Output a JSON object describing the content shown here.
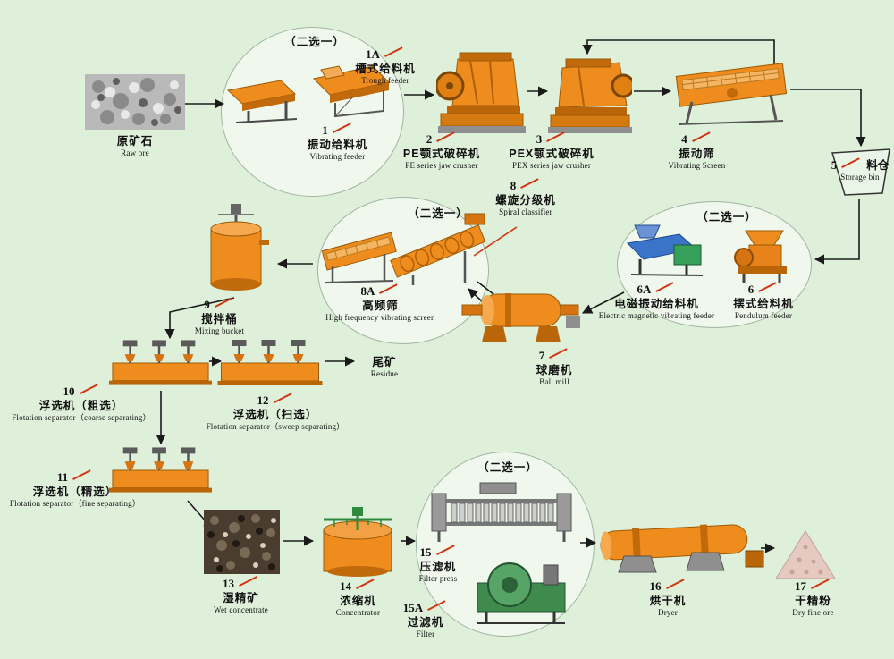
{
  "choose_one": "（二选一）",
  "colors": {
    "background": "#def0da",
    "machine_orange": "#ee8d1d",
    "leader_red": "#d13410",
    "feeder_blue": "#3a74c9",
    "filter_green": "#3f8a4d"
  },
  "nodes": {
    "raw_ore": {
      "num": "",
      "zh": "原矿石",
      "en": "Raw ore"
    },
    "trough_feeder": {
      "num": "1A",
      "zh": "槽式给料机",
      "en": "Trough feeder"
    },
    "vibrating_feeder": {
      "num": "1",
      "zh": "振动给料机",
      "en": "Vibrating feeder"
    },
    "pe_jaw_crusher": {
      "num": "2",
      "zh": "PE颚式破碎机",
      "en": "PE series jaw crusher"
    },
    "pex_jaw_crusher": {
      "num": "3",
      "zh": "PEX颚式破碎机",
      "en": "PEX series jaw crusher"
    },
    "vibrating_screen": {
      "num": "4",
      "zh": "振动筛",
      "en": "Vibrating Screen"
    },
    "storage_bin": {
      "num": "5",
      "zh": "料仓",
      "en": "Storage bin"
    },
    "em_vibrating_feeder": {
      "num": "6A",
      "zh": "电磁振动给料机",
      "en": "Electric magnetic vibrating feeder"
    },
    "pendulum_feeder": {
      "num": "6",
      "zh": "摆式给料机",
      "en": "Pendulum feeder"
    },
    "spiral_classifier": {
      "num": "8",
      "zh": "螺旋分级机",
      "en": "Spiral classifier"
    },
    "hf_screen": {
      "num": "8A",
      "zh": "高频筛",
      "en": "High frequency vibrating screen"
    },
    "ball_mill": {
      "num": "7",
      "zh": "球磨机",
      "en": "Ball mill"
    },
    "mixing_bucket": {
      "num": "9",
      "zh": "搅拌桶",
      "en": "Mixing bucket"
    },
    "flotation_coarse": {
      "num": "10",
      "zh": "浮选机（粗选）",
      "en": "Flotation separator（coarse separating）"
    },
    "flotation_sweep": {
      "num": "12",
      "zh": "浮选机（扫选）",
      "en": "Flotation separator（sweep separating）"
    },
    "residue": {
      "num": "",
      "zh": "尾矿",
      "en": "Residue"
    },
    "flotation_fine": {
      "num": "11",
      "zh": "浮选机（精选）",
      "en": "Flotation separator（fine separating）"
    },
    "wet_concentrate": {
      "num": "13",
      "zh": "湿精矿",
      "en": "Wet concentrate"
    },
    "concentrator": {
      "num": "14",
      "zh": "浓缩机",
      "en": "Concentrator"
    },
    "filter_press": {
      "num": "15",
      "zh": "压滤机",
      "en": "Filter press"
    },
    "filter": {
      "num": "15A",
      "zh": "过滤机",
      "en": "Filter"
    },
    "dryer": {
      "num": "16",
      "zh": "烘干机",
      "en": "Dryer"
    },
    "dry_fine_ore": {
      "num": "17",
      "zh": "干精粉",
      "en": "Dry fine ore"
    }
  }
}
